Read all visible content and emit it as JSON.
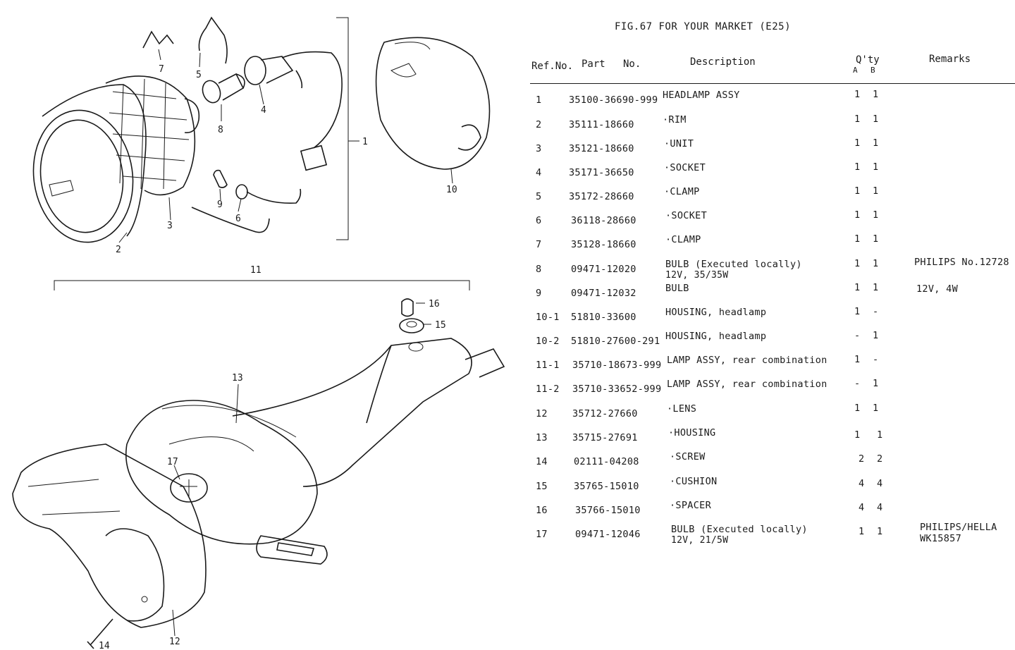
{
  "figure": {
    "title": "FIG.67  FOR YOUR MARKET (E25)"
  },
  "headers": {
    "ref": "Ref.No.",
    "part": "Part",
    "no": "No.",
    "description": "Description",
    "qty": "Q'ty",
    "qty_a": "A",
    "qty_b": "B",
    "remarks": "Remarks"
  },
  "diagram_labels": {
    "l1": "1",
    "l2": "2",
    "l3": "3",
    "l4": "4",
    "l5": "5",
    "l6": "6",
    "l7": "7",
    "l8": "8",
    "l9": "9",
    "l10": "10",
    "l11": "11",
    "l12": "12",
    "l13": "13",
    "l14": "14",
    "l15": "15",
    "l16": "16",
    "l17": "17"
  },
  "rows": [
    {
      "ref": "1",
      "part": "35100-36690-999",
      "desc": "HEADLAMP ASSY",
      "desc2": "",
      "a": "1",
      "b": "1",
      "remark": "",
      "remark2": ""
    },
    {
      "ref": "2",
      "part": "35111-18660",
      "desc": "·RIM",
      "desc2": "",
      "a": "1",
      "b": "1",
      "remark": "",
      "remark2": ""
    },
    {
      "ref": "3",
      "part": "35121-18660",
      "desc": "·UNIT",
      "desc2": "",
      "a": "1",
      "b": "1",
      "remark": "",
      "remark2": ""
    },
    {
      "ref": "4",
      "part": "35171-36650",
      "desc": "·SOCKET",
      "desc2": "",
      "a": "1",
      "b": "1",
      "remark": "",
      "remark2": ""
    },
    {
      "ref": "5",
      "part": "35172-28660",
      "desc": "·CLAMP",
      "desc2": "",
      "a": "1",
      "b": "1",
      "remark": "",
      "remark2": ""
    },
    {
      "ref": "6",
      "part": "36118-28660",
      "desc": "·SOCKET",
      "desc2": "",
      "a": "1",
      "b": "1",
      "remark": "",
      "remark2": ""
    },
    {
      "ref": "7",
      "part": "35128-18660",
      "desc": "·CLAMP",
      "desc2": "",
      "a": "1",
      "b": "1",
      "remark": "",
      "remark2": ""
    },
    {
      "ref": "8",
      "part": "09471-12020",
      "desc": "BULB (Executed locally)",
      "desc2": "12V, 35/35W",
      "a": "1",
      "b": "1",
      "remark": "PHILIPS No.12728",
      "remark2": ""
    },
    {
      "ref": "9",
      "part": "09471-12032",
      "desc": "BULB",
      "desc2": "",
      "a": "1",
      "b": "1",
      "remark": "12V, 4W",
      "remark2": ""
    },
    {
      "ref": "10-1",
      "part": "51810-33600",
      "desc": "HOUSING, headlamp",
      "desc2": "",
      "a": "1",
      "b": "-",
      "remark": "",
      "remark2": ""
    },
    {
      "ref": "10-2",
      "part": "51810-27600-291",
      "desc": "HOUSING, headlamp",
      "desc2": "",
      "a": "-",
      "b": "1",
      "remark": "",
      "remark2": ""
    },
    {
      "ref": "11-1",
      "part": "35710-18673-999",
      "desc": "LAMP ASSY, rear combination",
      "desc2": "",
      "a": "1",
      "b": "-",
      "remark": "",
      "remark2": ""
    },
    {
      "ref": "11-2",
      "part": "35710-33652-999",
      "desc": "LAMP ASSY, rear combination",
      "desc2": "",
      "a": "-",
      "b": "1",
      "remark": "",
      "remark2": ""
    },
    {
      "ref": "12",
      "part": "35712-27660",
      "desc": "·LENS",
      "desc2": "",
      "a": "1",
      "b": "1",
      "remark": "",
      "remark2": ""
    },
    {
      "ref": "13",
      "part": "35715-27691",
      "desc": "·HOUSING",
      "desc2": "",
      "a": "1",
      "b": "1",
      "remark": "",
      "remark2": ""
    },
    {
      "ref": "14",
      "part": "02111-04208",
      "desc": "·SCREW",
      "desc2": "",
      "a": "2",
      "b": "2",
      "remark": "",
      "remark2": ""
    },
    {
      "ref": "15",
      "part": "35765-15010",
      "desc": "·CUSHION",
      "desc2": "",
      "a": "4",
      "b": "4",
      "remark": "",
      "remark2": ""
    },
    {
      "ref": "16",
      "part": "35766-15010",
      "desc": "·SPACER",
      "desc2": "",
      "a": "4",
      "b": "4",
      "remark": "",
      "remark2": ""
    },
    {
      "ref": "17",
      "part": "09471-12046",
      "desc": "BULB (Executed locally)",
      "desc2": "12V, 21/5W",
      "a": "1",
      "b": "1",
      "remark": "PHILIPS/HELLA",
      "remark2": "WK15857"
    }
  ]
}
